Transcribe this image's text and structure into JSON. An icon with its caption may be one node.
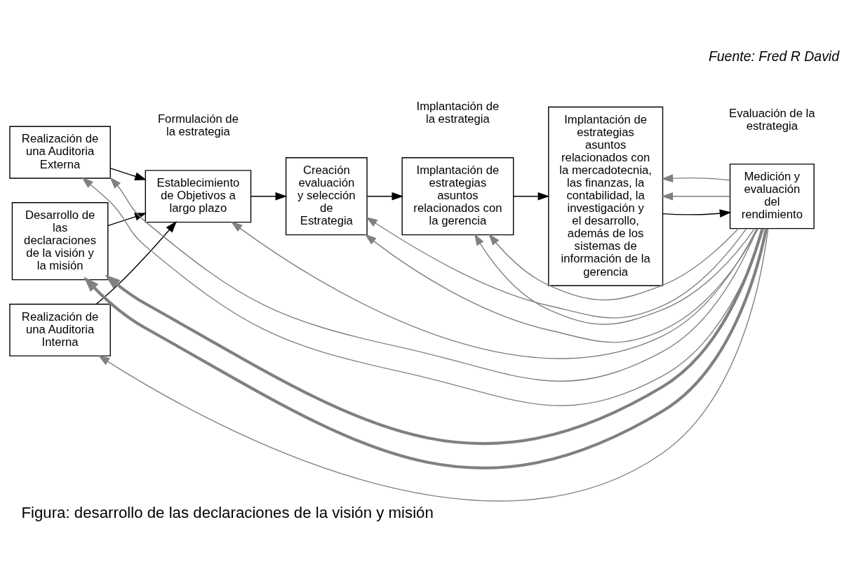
{
  "diagram": {
    "caption": "Figura: desarrollo de las declaraciones de la visión y misión",
    "nodes": [
      {
        "text": [
          "Realización de una Auditoria Externa"
        ]
      },
      {
        "text": [
          "Desarrollo de las declaraciones de la visión y la misión"
        ]
      },
      {
        "text": [
          "Establecimiento de Objetivos a largo plazo"
        ]
      },
      {
        "text": [
          "Realización de una Auditoria Interna"
        ]
      },
      {
        "text": [
          "Creación evaluación y selección de Estrategia"
        ]
      },
      {
        "text": [
          "Implantación de estrategias asuntos relacionados con la gerencia"
        ]
      },
      {
        "text": [
          "Implantación de estrategias asuntos relacionados con la mercadotecnia, las finanzas, la contabilidad, la investigación y el desarrollo, además de los sistemas de información de la gerencia"
        ]
      },
      {
        "text": [
          "Medición y evaluación del rendimiento"
        ]
      }
    ],
    "edges": [
      {
        "from": 1,
        "to": 2,
        "arrow": "to",
        "color": "#000000"
      },
      {
        "from": 0,
        "to": 2,
        "arrow": "to",
        "color": "#000000"
      },
      {
        "from": 3,
        "to": 2,
        "arrow": "to",
        "color": "#000000"
      },
      {
        "from": 2,
        "to": 4,
        "arrow": "to",
        "color": "#000000"
      },
      {
        "from": 4,
        "to": 5,
        "arrow": "to",
        "color": "#000000"
      },
      {
        "from": 5,
        "to": 6,
        "arrow": "to",
        "color": "#000000"
      },
      {
        "from": 6,
        "to": 7,
        "arrow": "to",
        "color": "#000000"
      },
      {
        "from": 7,
        "to": 1,
        "arrow": "to",
        "style": "thick"
      },
      {
        "from": 7,
        "to": 0,
        "arrow": "to"
      },
      {
        "from": 7,
        "to": 0,
        "arrow": "to"
      },
      {
        "from": 7,
        "to": 4,
        "arrow": "to"
      },
      {
        "from": 7,
        "to": 5,
        "arrow": "to"
      },
      {
        "from": 7,
        "to": 6,
        "arrow": "to"
      },
      {
        "from": 7,
        "to": 1,
        "arrow": "to",
        "style": "thick"
      },
      {
        "from": 7,
        "to": 3,
        "arrow": "to"
      },
      {
        "from": 7,
        "to": 2,
        "arrow": "to"
      },
      {
        "from": 7,
        "to": 4,
        "arrow": "to"
      },
      {
        "from": 7,
        "to": 5,
        "arrow": "to"
      },
      {
        "from": 7,
        "to": 6,
        "arrow": "to"
      }
    ],
    "labels": [
      "Formulación de la estrategia",
      "Implantación de la estrategia",
      "Evaluación de la estrategia",
      "Fuente: Fred R David"
    ]
  }
}
